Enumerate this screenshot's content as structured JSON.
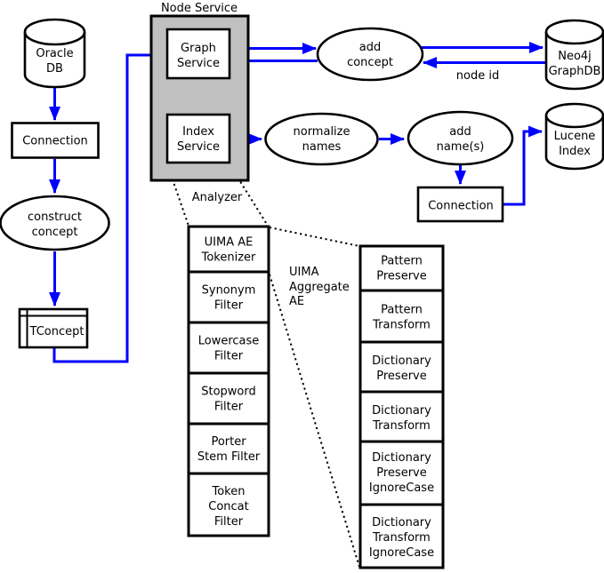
{
  "colors": {
    "arrow_blue": "#0000ff",
    "container_gray": "#c0c0c0",
    "shape_stroke": "#000000",
    "shape_fill": "#ffffff"
  },
  "labels": {
    "node_service": "Node Service",
    "analyzer": "Analyzer",
    "node_id": "node id",
    "uima_aggregate": [
      "UIMA",
      "Aggregate",
      "AE"
    ]
  },
  "nodes": {
    "oracle_db": [
      "Oracle",
      "DB"
    ],
    "connection_left": [
      "Connection"
    ],
    "construct_concept": [
      "construct",
      "concept"
    ],
    "tconcept": [
      "TConcept"
    ],
    "graph_service": [
      "Graph",
      "Service"
    ],
    "index_service": [
      "Index",
      "Service"
    ],
    "add_concept": [
      "add",
      "concept"
    ],
    "neo4j": [
      "Neo4j",
      "GraphDB"
    ],
    "normalize_names": [
      "normalize",
      "names"
    ],
    "add_names": [
      "add",
      "name(s)"
    ],
    "lucene": [
      "Lucene",
      "Index"
    ],
    "connection_right": [
      "Connection"
    ]
  },
  "analyzer_stack": [
    [
      "UIMA AE",
      "Tokenizer"
    ],
    [
      "Synonym",
      "Filter"
    ],
    [
      "Lowercase",
      "Filter"
    ],
    [
      "Stopword",
      "Filter"
    ],
    [
      "Porter",
      "Stem Filter"
    ],
    [
      "Token",
      "Concat",
      "Filter"
    ]
  ],
  "uima_stack": [
    [
      "Pattern",
      "Preserve"
    ],
    [
      "Pattern",
      "Transform"
    ],
    [
      "Dictionary",
      "Preserve"
    ],
    [
      "Dictionary",
      "Transform"
    ],
    [
      "Dictionary",
      "Preserve",
      "IgnoreCase"
    ],
    [
      "Dictionary",
      "Transform",
      "IgnoreCase"
    ]
  ]
}
